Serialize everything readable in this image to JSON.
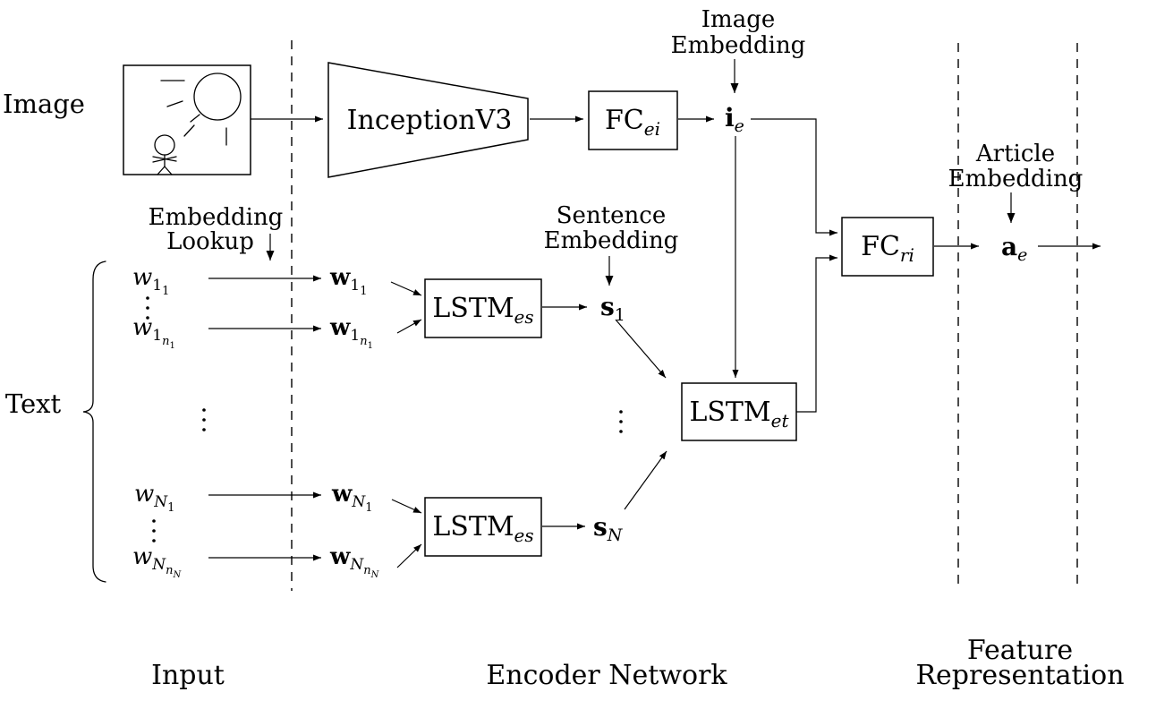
{
  "colors": {
    "ink": "#000000",
    "background": "#ffffff"
  },
  "side_labels": {
    "image": "Image",
    "text": "Text"
  },
  "annotations": {
    "image_embedding": {
      "line1": "Image",
      "line2": "Embedding"
    },
    "embedding_lookup": {
      "line1": "Embedding",
      "line2": "Lookup"
    },
    "sentence_embedding": {
      "line1": "Sentence",
      "line2": "Embedding"
    },
    "article_embedding": {
      "line1": "Article",
      "line2": "Embedding"
    }
  },
  "boxes": {
    "inception": {
      "label": "InceptionV3"
    },
    "fc_ei": {
      "base": "FC",
      "sub": "ei"
    },
    "lstm_es": {
      "base": "LSTM",
      "sub": "es"
    },
    "lstm_et": {
      "base": "LSTM",
      "sub": "et"
    },
    "fc_ri": {
      "base": "FC",
      "sub": "ri"
    }
  },
  "math": {
    "w11": {
      "p0": "w",
      "p1": "1",
      "p2": "1"
    },
    "w1n1": {
      "p0": "w",
      "p1": "1",
      "p2": "n",
      "p3": "1"
    },
    "wN1": {
      "p0": "w",
      "p1": "N",
      "p2": "1"
    },
    "wNnN": {
      "p0": "w",
      "p1": "N",
      "p2": "n",
      "p3": "N"
    },
    "bw11": {
      "p0": "w",
      "p1": "1",
      "p2": "1"
    },
    "bw1n1": {
      "p0": "w",
      "p1": "1",
      "p2": "n",
      "p3": "1"
    },
    "bwN1": {
      "p0": "w",
      "p1": "N",
      "p2": "1"
    },
    "bwNnN": {
      "p0": "w",
      "p1": "N",
      "p2": "n",
      "p3": "N"
    },
    "i_e": {
      "p0": "i",
      "p1": "e"
    },
    "s_1": {
      "p0": "s",
      "p1": "1"
    },
    "s_N": {
      "p0": "s",
      "p1": "N"
    },
    "a_e": {
      "p0": "a",
      "p1": "e"
    }
  },
  "section_labels": {
    "input": "Input",
    "encoder": "Encoder Network",
    "feature_line1": "Feature",
    "feature_line2": "Representation"
  }
}
